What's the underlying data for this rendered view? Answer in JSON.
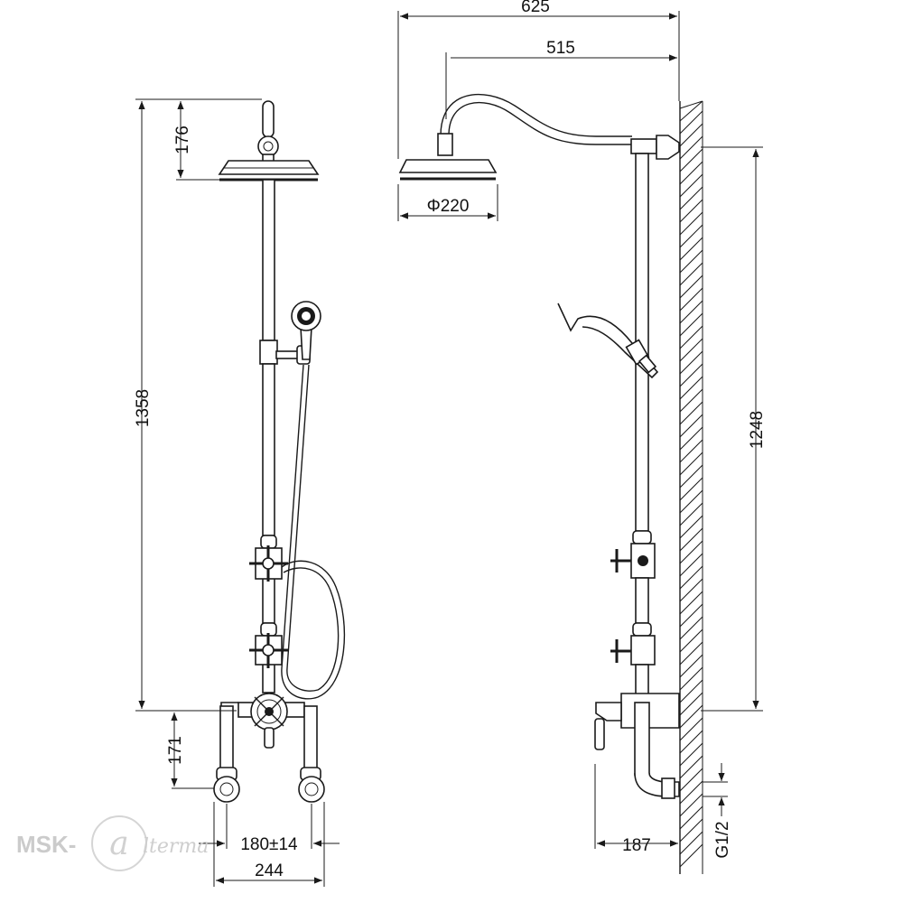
{
  "dimensions": {
    "total_height_front": "1358",
    "head_height_front": "176",
    "mixer_to_inlet_front": "171",
    "inlet_spacing": "180±14",
    "mixer_width": "244",
    "total_projection": "625",
    "arm_projection": "515",
    "head_diameter": "Φ220",
    "riser_height_side": "1248",
    "mixer_depth": "187",
    "connection_thread": "G1/2"
  },
  "watermark": {
    "brand": "MSK-",
    "brand_tail": "lterma"
  },
  "colors": {
    "line": "#1a1a1a",
    "watermark": "#c9c9c9",
    "background": "#ffffff"
  }
}
